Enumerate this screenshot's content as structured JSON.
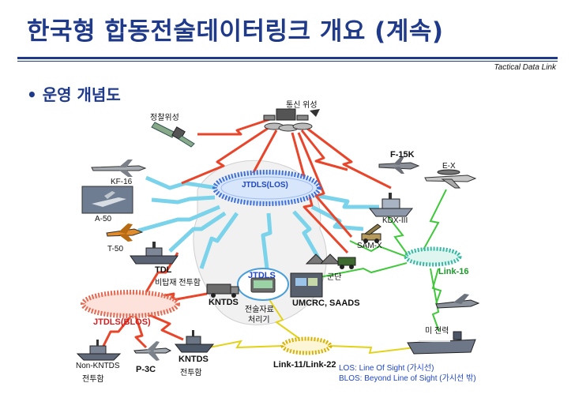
{
  "header": {
    "title": "한국형 합동전술데이터링크 개요 (계속)",
    "subtitle": "Tactical Data Link",
    "bullet_symbol": "•",
    "bullet_text": "운영 개념도"
  },
  "nodes": {
    "comm_satellite": "통신 위성",
    "recon_satellite": "정찰위성",
    "f15k": "F-15K",
    "ex": "E-X",
    "kf16": "KF-16",
    "a50": "A-50",
    "t50": "T-50",
    "jtdls_los": "JTDLS(LOS)",
    "kdx3": "KDX-III",
    "samx": "SAM-X",
    "tdl_line1": "TDL",
    "tdl_line2": "비탑재 전투함",
    "army": "군단",
    "link16": "Link-16",
    "jtdls": "JTDLS",
    "knt_top": "KNTDS",
    "tac_line1": "전술자료",
    "tac_line2": "처리기",
    "umcrc": "UMCRC, SAADS",
    "jtdls_blos": "JTDLS(BLOS)",
    "us_forces": "미 전력",
    "non_knt_line1": "Non-KNTDS",
    "non_knt_line2": "전투함",
    "p3c": "P-3C",
    "knt_bottom_line1": "KNTDS",
    "knt_bottom_line2": "전투함",
    "link11_22": "Link-11/Link-22"
  },
  "legend": {
    "los": "LOS:   Line Of Sight (가시선)",
    "blos": "BLOS: Beyond Line of Sight (가시선 밖)"
  },
  "colors": {
    "title": "#1f3a8a",
    "los_links": "#7ad3ea",
    "blos_links": "#e8452a",
    "link16_links": "#3fc83a",
    "link11_links": "#e3d21a",
    "jtdls_ring": "#3d6fd9",
    "blos_ring": "#e36a52",
    "link16_ring": "#35b9a4",
    "link11_ring": "#d9b100"
  }
}
